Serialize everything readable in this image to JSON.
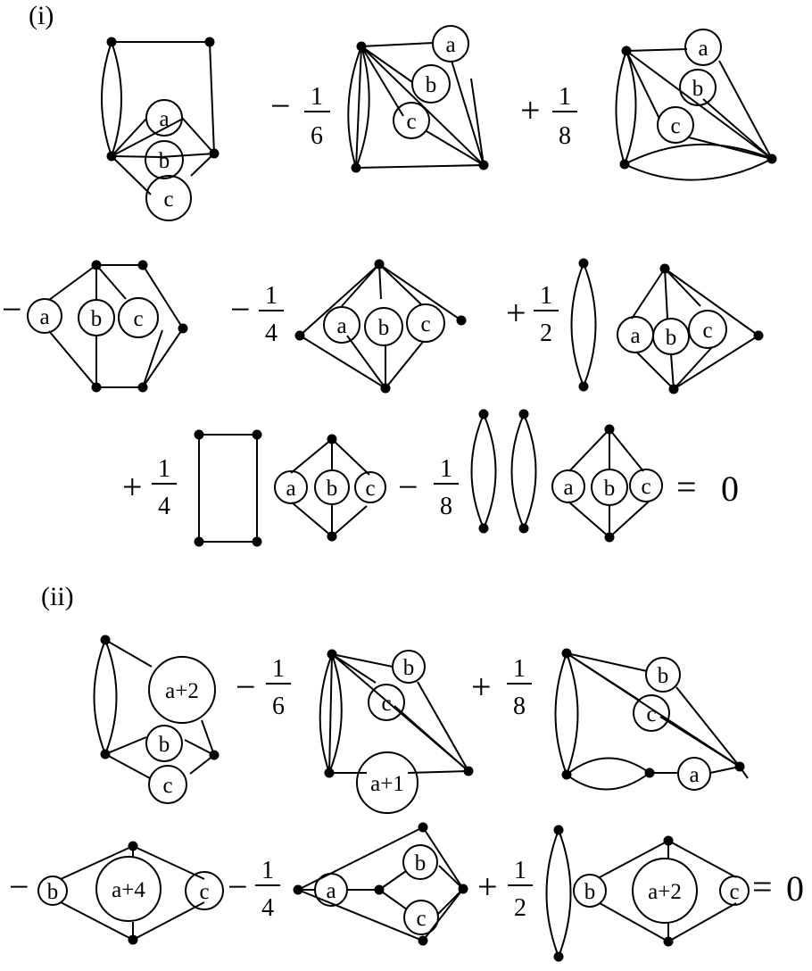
{
  "labels": {
    "part_i": "(i)",
    "part_ii": "(ii)",
    "minus": "−",
    "plus": "+",
    "equals": "=",
    "zero": "0",
    "one": "1",
    "two": "2",
    "four": "4",
    "six": "6",
    "eight": "8"
  },
  "circle_labels": {
    "a": "a",
    "b": "b",
    "c": "c",
    "a_plus_1": "a+1",
    "a_plus_2": "a+2",
    "a_plus_4": "a+4"
  }
}
